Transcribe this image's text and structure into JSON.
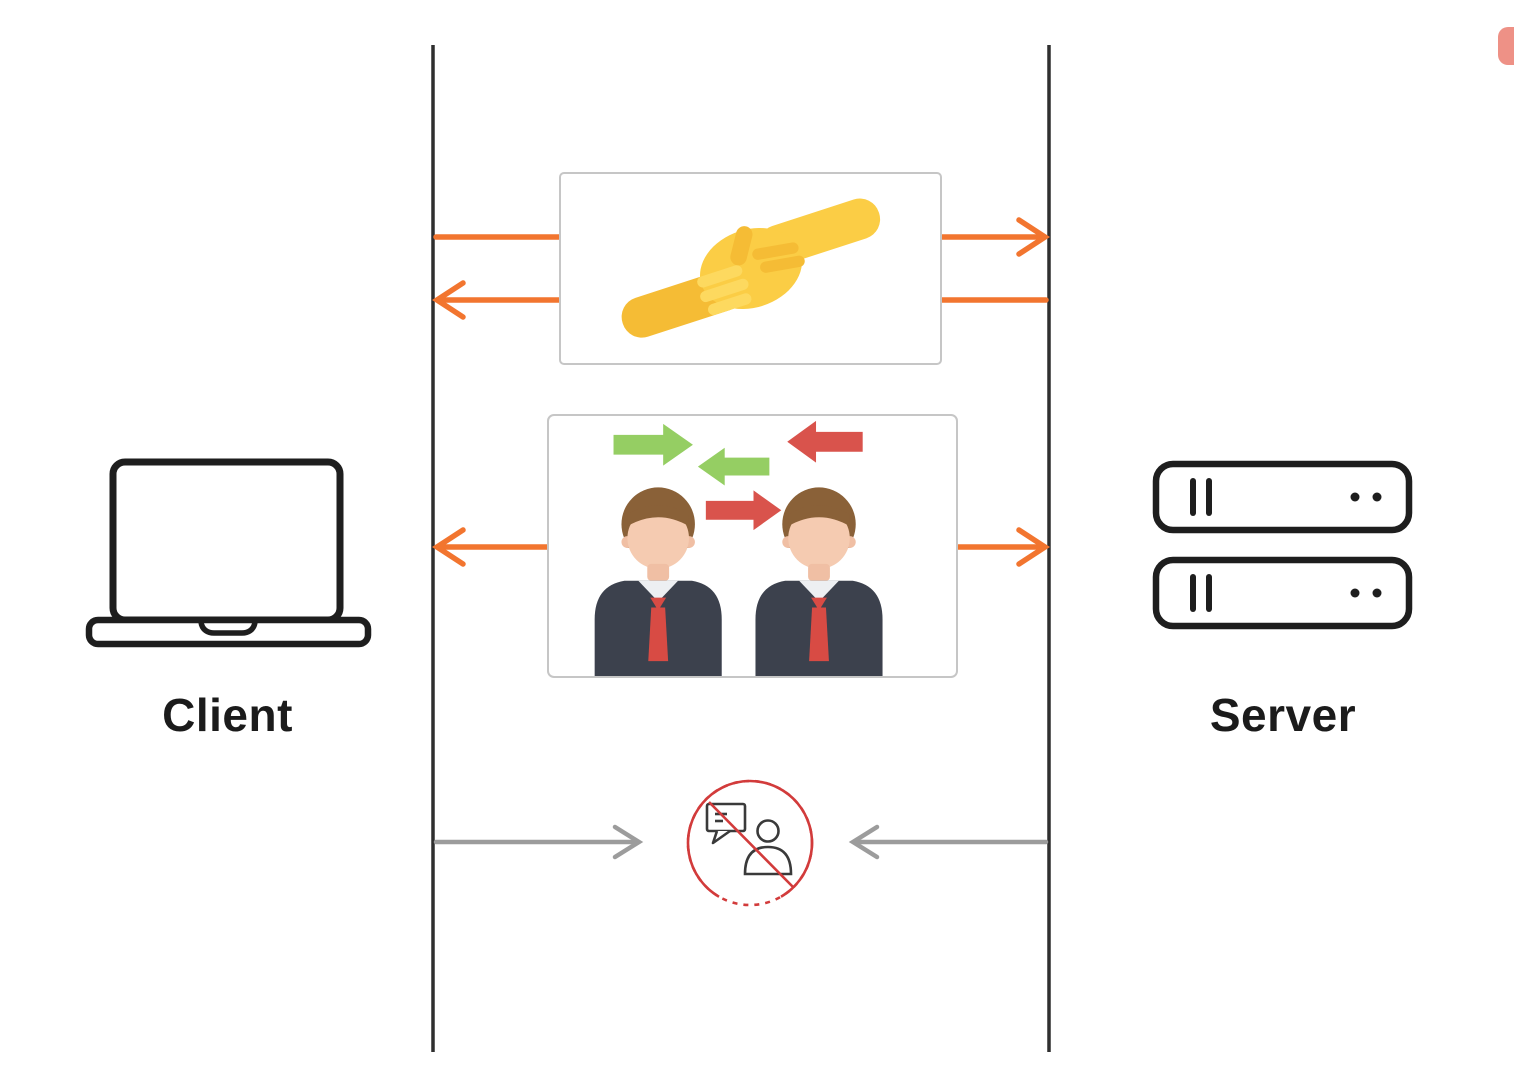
{
  "diagram": {
    "client": {
      "label": "Client",
      "icon": "laptop-icon"
    },
    "server": {
      "label": "Server",
      "icon": "server-rack-icon"
    },
    "lifelines": [
      {
        "name": "client-lifeline",
        "color": "#2f2f2f"
      },
      {
        "name": "server-lifeline",
        "color": "#2f2f2f"
      }
    ],
    "steps": [
      {
        "name": "handshake",
        "icon": "handshake-icon",
        "arrows": [
          {
            "direction": "client-to-server",
            "color": "#f2752f"
          },
          {
            "direction": "server-to-client",
            "color": "#f2752f"
          }
        ]
      },
      {
        "name": "bidirectional-data-exchange",
        "icon": "data-exchange-people-icon",
        "arrows": [
          {
            "direction": "to-client",
            "color": "#f2752f"
          },
          {
            "direction": "to-server",
            "color": "#f2752f"
          }
        ]
      },
      {
        "name": "connection-closed",
        "icon": "no-communication-icon",
        "arrows": [
          {
            "direction": "client-inward",
            "color": "#9c9c9c"
          },
          {
            "direction": "server-inward",
            "color": "#9c9c9c"
          }
        ]
      }
    ],
    "colors": {
      "arrow_orange": "#f2752f",
      "arrow_gray": "#9c9c9c",
      "lifeline": "#2f2f2f",
      "box_border": "#c6c6c6",
      "green_arrow": "#95ce63",
      "red_arrow": "#d9534c",
      "prohibit_red": "#d23b3b",
      "hand_yellow": "#fbcd45",
      "suit_dark": "#3c414d",
      "tie_red": "#d84b44",
      "skin": "#f5cbb1",
      "hair_brown": "#8a6138"
    }
  }
}
